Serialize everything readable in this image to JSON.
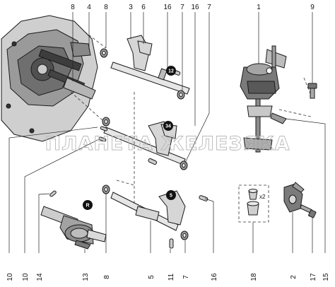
{
  "watermark": "ПЛАНЕТА ЖЕЛЕЗЯКА",
  "callouts_top": [
    "8",
    "4",
    "8",
    "3",
    "6",
    "16",
    "7",
    "16",
    "7",
    "1",
    "9"
  ],
  "callouts_bottom": [
    "10",
    "10",
    "14",
    "13",
    "8",
    "5",
    "11",
    "7",
    "16",
    "18",
    "2",
    "17",
    "15"
  ],
  "badges": [
    "12",
    "34",
    "5",
    "R"
  ],
  "kit_note": "x2"
}
